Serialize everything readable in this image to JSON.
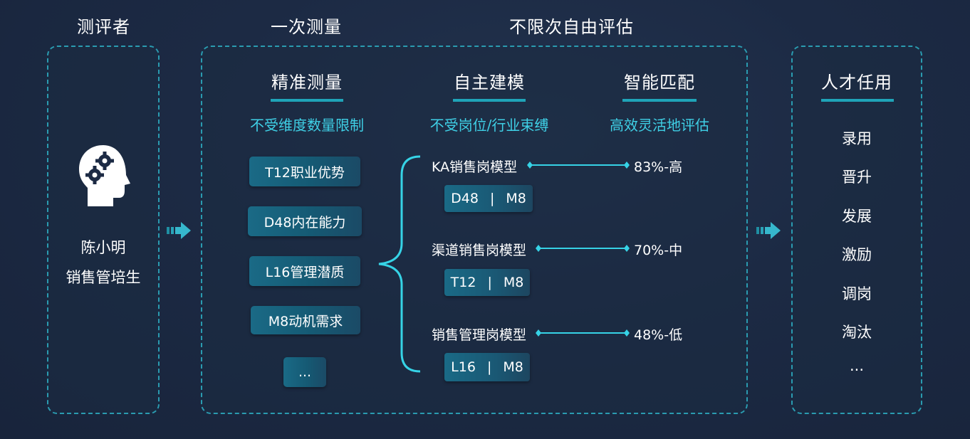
{
  "headers": {
    "evaluator": "测评者",
    "one_measure": "一次测量",
    "free_eval": "不限次自由评估"
  },
  "person": {
    "icon": "head-gears-icon",
    "name": "陈小明",
    "role": "销售管培生"
  },
  "columns": {
    "precise": {
      "title": "精准测量",
      "subtitle": "不受维度数量限制"
    },
    "modeling": {
      "title": "自主建模",
      "subtitle": "不受岗位/行业束缚"
    },
    "matching": {
      "title": "智能匹配",
      "subtitle": "高效灵活地评估"
    }
  },
  "measures": [
    "T12职业优势",
    "D48内在能力",
    "L16管理潜质",
    "M8动机需求",
    "..."
  ],
  "models": [
    {
      "name": "KA销售岗模型",
      "tag_a": "D48",
      "tag_sep": "|",
      "tag_b": "M8",
      "score": "83%-高"
    },
    {
      "name": "渠道销售岗模型",
      "tag_a": "T12",
      "tag_sep": "|",
      "tag_b": "M8",
      "score": "70%-中"
    },
    {
      "name": "销售管理岗模型",
      "tag_a": "L16",
      "tag_sep": "|",
      "tag_b": "M8",
      "score": "48%-低"
    }
  ],
  "talent": {
    "title": "人才任用",
    "items": [
      "录用",
      "晋升",
      "发展",
      "激励",
      "调岗",
      "淘汰",
      "..."
    ]
  },
  "colors": {
    "accent": "#3fd0e6",
    "dashed_border": "#2a9bb0",
    "background": "#1c2a44"
  }
}
